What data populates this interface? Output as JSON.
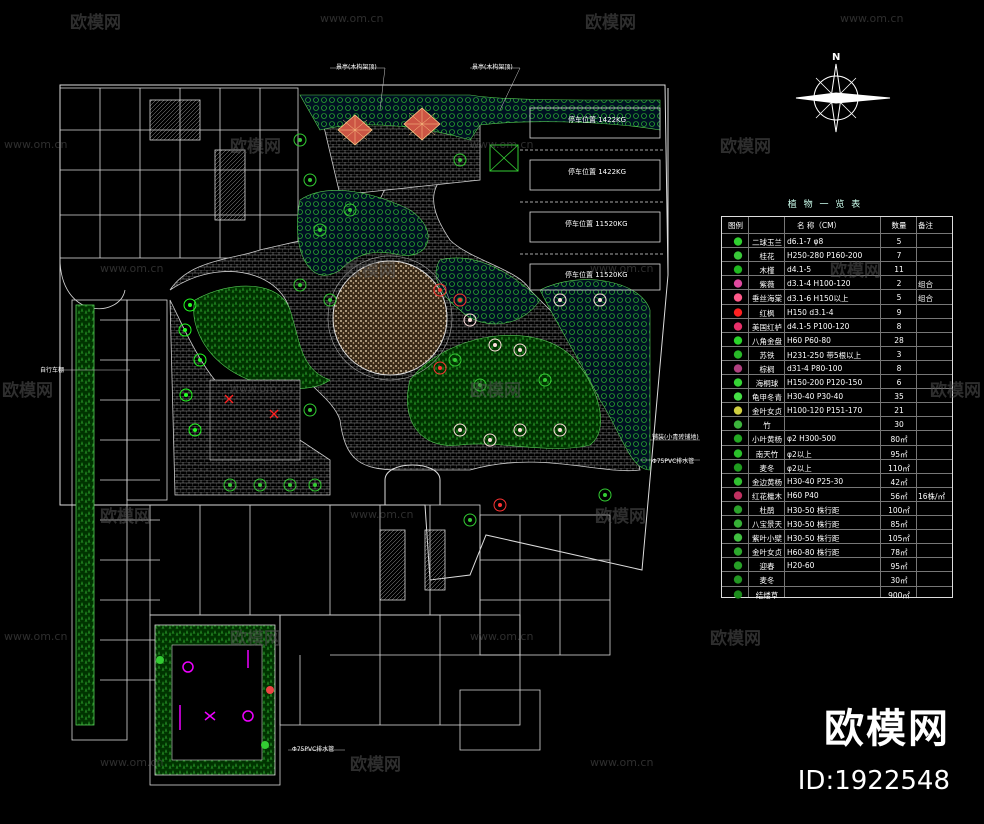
{
  "legend": {
    "title": "植 物 一 览 表",
    "headers": [
      "图例",
      "名 称（CM）",
      "数量",
      "备注"
    ],
    "rows": [
      {
        "name": "二球玉兰",
        "spec": "d6.1-7  φ8",
        "qty": "5",
        "note": "",
        "color": "#2fd02f"
      },
      {
        "name": "桂花",
        "spec": "H250-280 P160-200",
        "qty": "7",
        "note": "",
        "color": "#39c939"
      },
      {
        "name": "木槿",
        "spec": "d4.1-5",
        "qty": "11",
        "note": "",
        "color": "#1fb81f"
      },
      {
        "name": "紫薇",
        "spec": "d3.1-4  H100-120",
        "qty": "2",
        "note": "组合",
        "color": "#e04aa0"
      },
      {
        "name": "垂丝海棠",
        "spec": "d3.1-6  H150以上",
        "qty": "5",
        "note": "组合",
        "color": "#ff5a8a"
      },
      {
        "name": "红枫",
        "spec": "H150  d3.1-4",
        "qty": "9",
        "note": "",
        "color": "#ff2020"
      },
      {
        "name": "美国红栌",
        "spec": "d4.1-5  P100-120",
        "qty": "8",
        "note": "",
        "color": "#e8306a"
      },
      {
        "name": "八角金盘",
        "spec": "H60  P60-80",
        "qty": "28",
        "note": "",
        "color": "#2ad42a"
      },
      {
        "name": "苏铁",
        "spec": "H231-250 带5根以上",
        "qty": "3",
        "note": "",
        "color": "#28b828"
      },
      {
        "name": "棕榈",
        "spec": "d31-4  P80-100",
        "qty": "8",
        "note": "",
        "color": "#b04080"
      },
      {
        "name": "海桐球",
        "spec": "H150-200 P120-150",
        "qty": "6",
        "note": "",
        "color": "#35d535"
      },
      {
        "name": "龟甲冬青",
        "spec": "H30-40  P30-40",
        "qty": "35",
        "note": "",
        "color": "#45e045"
      },
      {
        "name": "金叶女贞",
        "spec": "H100-120 P151-170",
        "qty": "21",
        "note": "",
        "color": "#d0d040"
      },
      {
        "name": "竹",
        "spec": "",
        "qty": "30",
        "note": "",
        "color": "#3cb43c"
      },
      {
        "name": "小叶黄杨",
        "spec": "φ2  H300-500",
        "qty": "80㎡",
        "note": "",
        "color": "#22a822"
      },
      {
        "name": "南天竹",
        "spec": "φ2以上",
        "qty": "95㎡",
        "note": "",
        "color": "#2ac02a"
      },
      {
        "name": "麦冬",
        "spec": "φ2以上",
        "qty": "110㎡",
        "note": "",
        "color": "#1e9c1e"
      },
      {
        "name": "金边黄杨",
        "spec": "H30-40  P25-30",
        "qty": "42㎡",
        "note": "",
        "color": "#30c030"
      },
      {
        "name": "红花檵木",
        "spec": "H60  P40",
        "qty": "56㎡",
        "note": "16株/㎡",
        "color": "#c03060"
      },
      {
        "name": "杜鹃",
        "spec": "H30-50  株行距",
        "qty": "100㎡",
        "note": "",
        "color": "#2aa22a"
      },
      {
        "name": "八宝景天",
        "spec": "H30-50  株行距",
        "qty": "85㎡",
        "note": "",
        "color": "#36b036"
      },
      {
        "name": "紫叶小檗",
        "spec": "H30-50  株行距",
        "qty": "105㎡",
        "note": "",
        "color": "#40c040"
      },
      {
        "name": "金叶女贞",
        "spec": "H60-80  株行距",
        "qty": "78㎡",
        "note": "",
        "color": "#2ca82c"
      },
      {
        "name": "迎春",
        "spec": "H20-60",
        "qty": "95㎡",
        "note": "",
        "color": "#26a026"
      },
      {
        "name": "麦冬",
        "spec": "",
        "qty": "30㎡",
        "note": "",
        "color": "#229622"
      },
      {
        "name": "结缕草",
        "spec": "",
        "qty": "900㎡",
        "note": "",
        "color": "#1c8c1c"
      }
    ]
  },
  "north_label": "N",
  "parking_labels": [
    "停车位置 1422KG",
    "停车位置 1422KG",
    "停车位置 11520KG",
    "停车位置 11520KG"
  ],
  "watermark": {
    "cn": "欧模网",
    "url": "www.om.cn"
  },
  "brand": {
    "name": "欧模网",
    "id": "ID:1922548"
  }
}
